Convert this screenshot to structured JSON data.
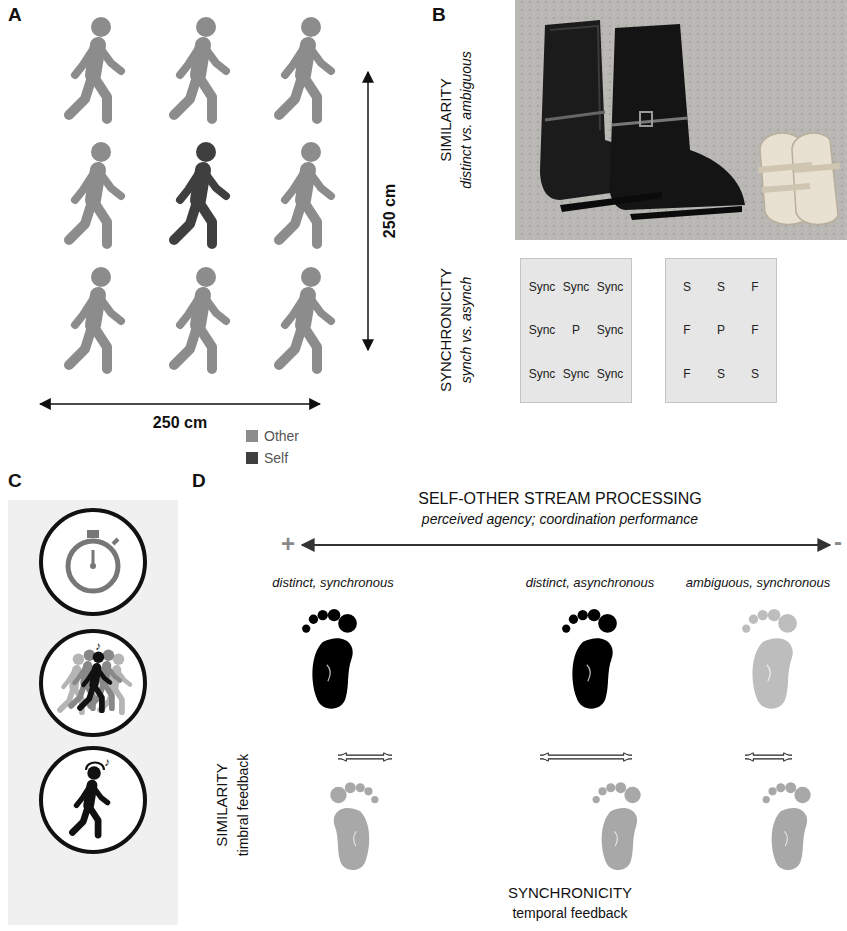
{
  "diagram": {
    "nodes": [
      {
        "text": [
          "Sync",
          "Sync",
          "Sync",
          "Sync",
          "P",
          "Sync",
          "Sync",
          "Sync",
          "Sync"
        ]
      },
      {
        "text": [
          "S",
          "S",
          "F",
          "F",
          "P",
          "F",
          "F",
          "S",
          "S"
        ]
      }
    ],
    "labels": [
      "A",
      "250 cm",
      "250 cm",
      "B",
      "SIMILARITY",
      "distinct vs. ambiguous",
      "SYNCHRONICITY",
      "synch vs. asynch",
      "C",
      "D",
      "SELF-OTHER STREAM PROCESSING",
      "perceived agency; coordination performance",
      "+",
      "-",
      "distinct, synchronous",
      "distinct, asynchronous",
      "ambiguous, synchronous",
      "SIMILARITY",
      "timbral feedback",
      "SYNCHRONICITY",
      "temporal feedback"
    ],
    "legend": [
      {
        "text": "Other",
        "color": "#8c8c8c"
      },
      {
        "text": "Self",
        "color": "#3f3f3f"
      }
    ]
  }
}
